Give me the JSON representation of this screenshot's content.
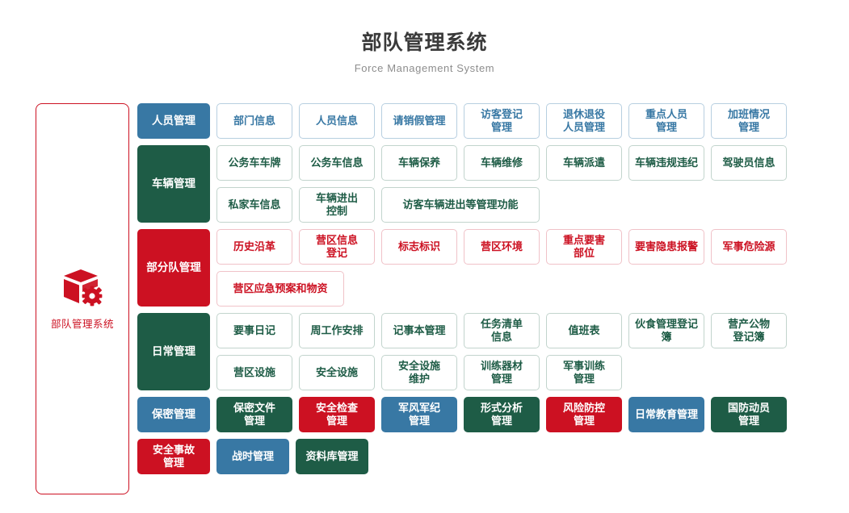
{
  "header": {
    "title": "部队管理系统",
    "subtitle": "Force Management System"
  },
  "sidebar": {
    "icon": "box-gear-icon",
    "label": "部队管理系统",
    "border_color": "#cc1122",
    "text_color": "#cc1122"
  },
  "colors": {
    "blue": "#3878a4",
    "green": "#1e5c46",
    "red": "#cc1122"
  },
  "rows": [
    {
      "category": "人员管理",
      "category_color": "blue",
      "subrows": [
        [
          {
            "label": "部门信息",
            "style": "o-blue"
          },
          {
            "label": "人员信息",
            "style": "o-blue"
          },
          {
            "label": "请销假管理",
            "style": "o-blue"
          },
          {
            "label": "访客登记\n管理",
            "style": "o-blue"
          },
          {
            "label": "退休退役\n人员管理",
            "style": "o-blue"
          },
          {
            "label": "重点人员\n管理",
            "style": "o-blue"
          },
          {
            "label": "加班情况\n管理",
            "style": "o-blue"
          }
        ]
      ]
    },
    {
      "category": "车辆管理",
      "category_color": "green",
      "subrows": [
        [
          {
            "label": "公务车车牌",
            "style": "o-green"
          },
          {
            "label": "公务车信息",
            "style": "o-green"
          },
          {
            "label": "车辆保养",
            "style": "o-green"
          },
          {
            "label": "车辆维修",
            "style": "o-green"
          },
          {
            "label": "车辆派遣",
            "style": "o-green"
          },
          {
            "label": "车辆违规违纪",
            "style": "o-green"
          },
          {
            "label": "驾驶员信息",
            "style": "o-green"
          }
        ],
        [
          {
            "label": "私家车信息",
            "style": "o-green"
          },
          {
            "label": "车辆进出\n控制",
            "style": "o-green"
          },
          {
            "label": "访客车辆进出等管理功能",
            "style": "o-green",
            "width": "w2"
          }
        ]
      ]
    },
    {
      "category": "部分队管理",
      "category_color": "red",
      "subrows": [
        [
          {
            "label": "历史沿革",
            "style": "o-red"
          },
          {
            "label": "营区信息\n登记",
            "style": "o-red"
          },
          {
            "label": "标志标识",
            "style": "o-red"
          },
          {
            "label": "营区环境",
            "style": "o-red"
          },
          {
            "label": "重点要害\n部位",
            "style": "o-red"
          },
          {
            "label": "要害隐患报警",
            "style": "o-red"
          },
          {
            "label": "军事危险源",
            "style": "o-red"
          }
        ],
        [
          {
            "label": "营区应急预案和物资",
            "style": "o-red",
            "width": "w17"
          }
        ]
      ]
    },
    {
      "category": "日常管理",
      "category_color": "green",
      "subrows": [
        [
          {
            "label": "要事日记",
            "style": "o-green"
          },
          {
            "label": "周工作安排",
            "style": "o-green"
          },
          {
            "label": "记事本管理",
            "style": "o-green"
          },
          {
            "label": "任务清单\n信息",
            "style": "o-green"
          },
          {
            "label": "值班表",
            "style": "o-green"
          },
          {
            "label": "伙食管理登记簿",
            "style": "o-green"
          },
          {
            "label": "营产公物\n登记簿",
            "style": "o-green"
          }
        ],
        [
          {
            "label": "营区设施",
            "style": "o-green"
          },
          {
            "label": "安全设施",
            "style": "o-green"
          },
          {
            "label": "安全设施\n维护",
            "style": "o-green"
          },
          {
            "label": "训练器材\n管理",
            "style": "o-green"
          },
          {
            "label": "军事训练\n管理",
            "style": "o-green"
          }
        ]
      ]
    },
    {
      "category": "保密管理",
      "category_color": "blue",
      "subrows": [
        [
          {
            "label": "保密文件\n管理",
            "style": "s-green"
          },
          {
            "label": "安全检查\n管理",
            "style": "s-red"
          },
          {
            "label": "军风军纪\n管理",
            "style": "s-blue"
          },
          {
            "label": "形式分析\n管理",
            "style": "s-green"
          },
          {
            "label": "风险防控\n管理",
            "style": "s-red"
          },
          {
            "label": "日常教育管理",
            "style": "s-blue"
          },
          {
            "label": "国防动员\n管理",
            "style": "s-green"
          }
        ]
      ]
    }
  ],
  "footer_items": [
    {
      "label": "安全事故\n管理",
      "style": "s-red"
    },
    {
      "label": "战时管理",
      "style": "s-blue"
    },
    {
      "label": "资料库管理",
      "style": "s-green"
    }
  ]
}
